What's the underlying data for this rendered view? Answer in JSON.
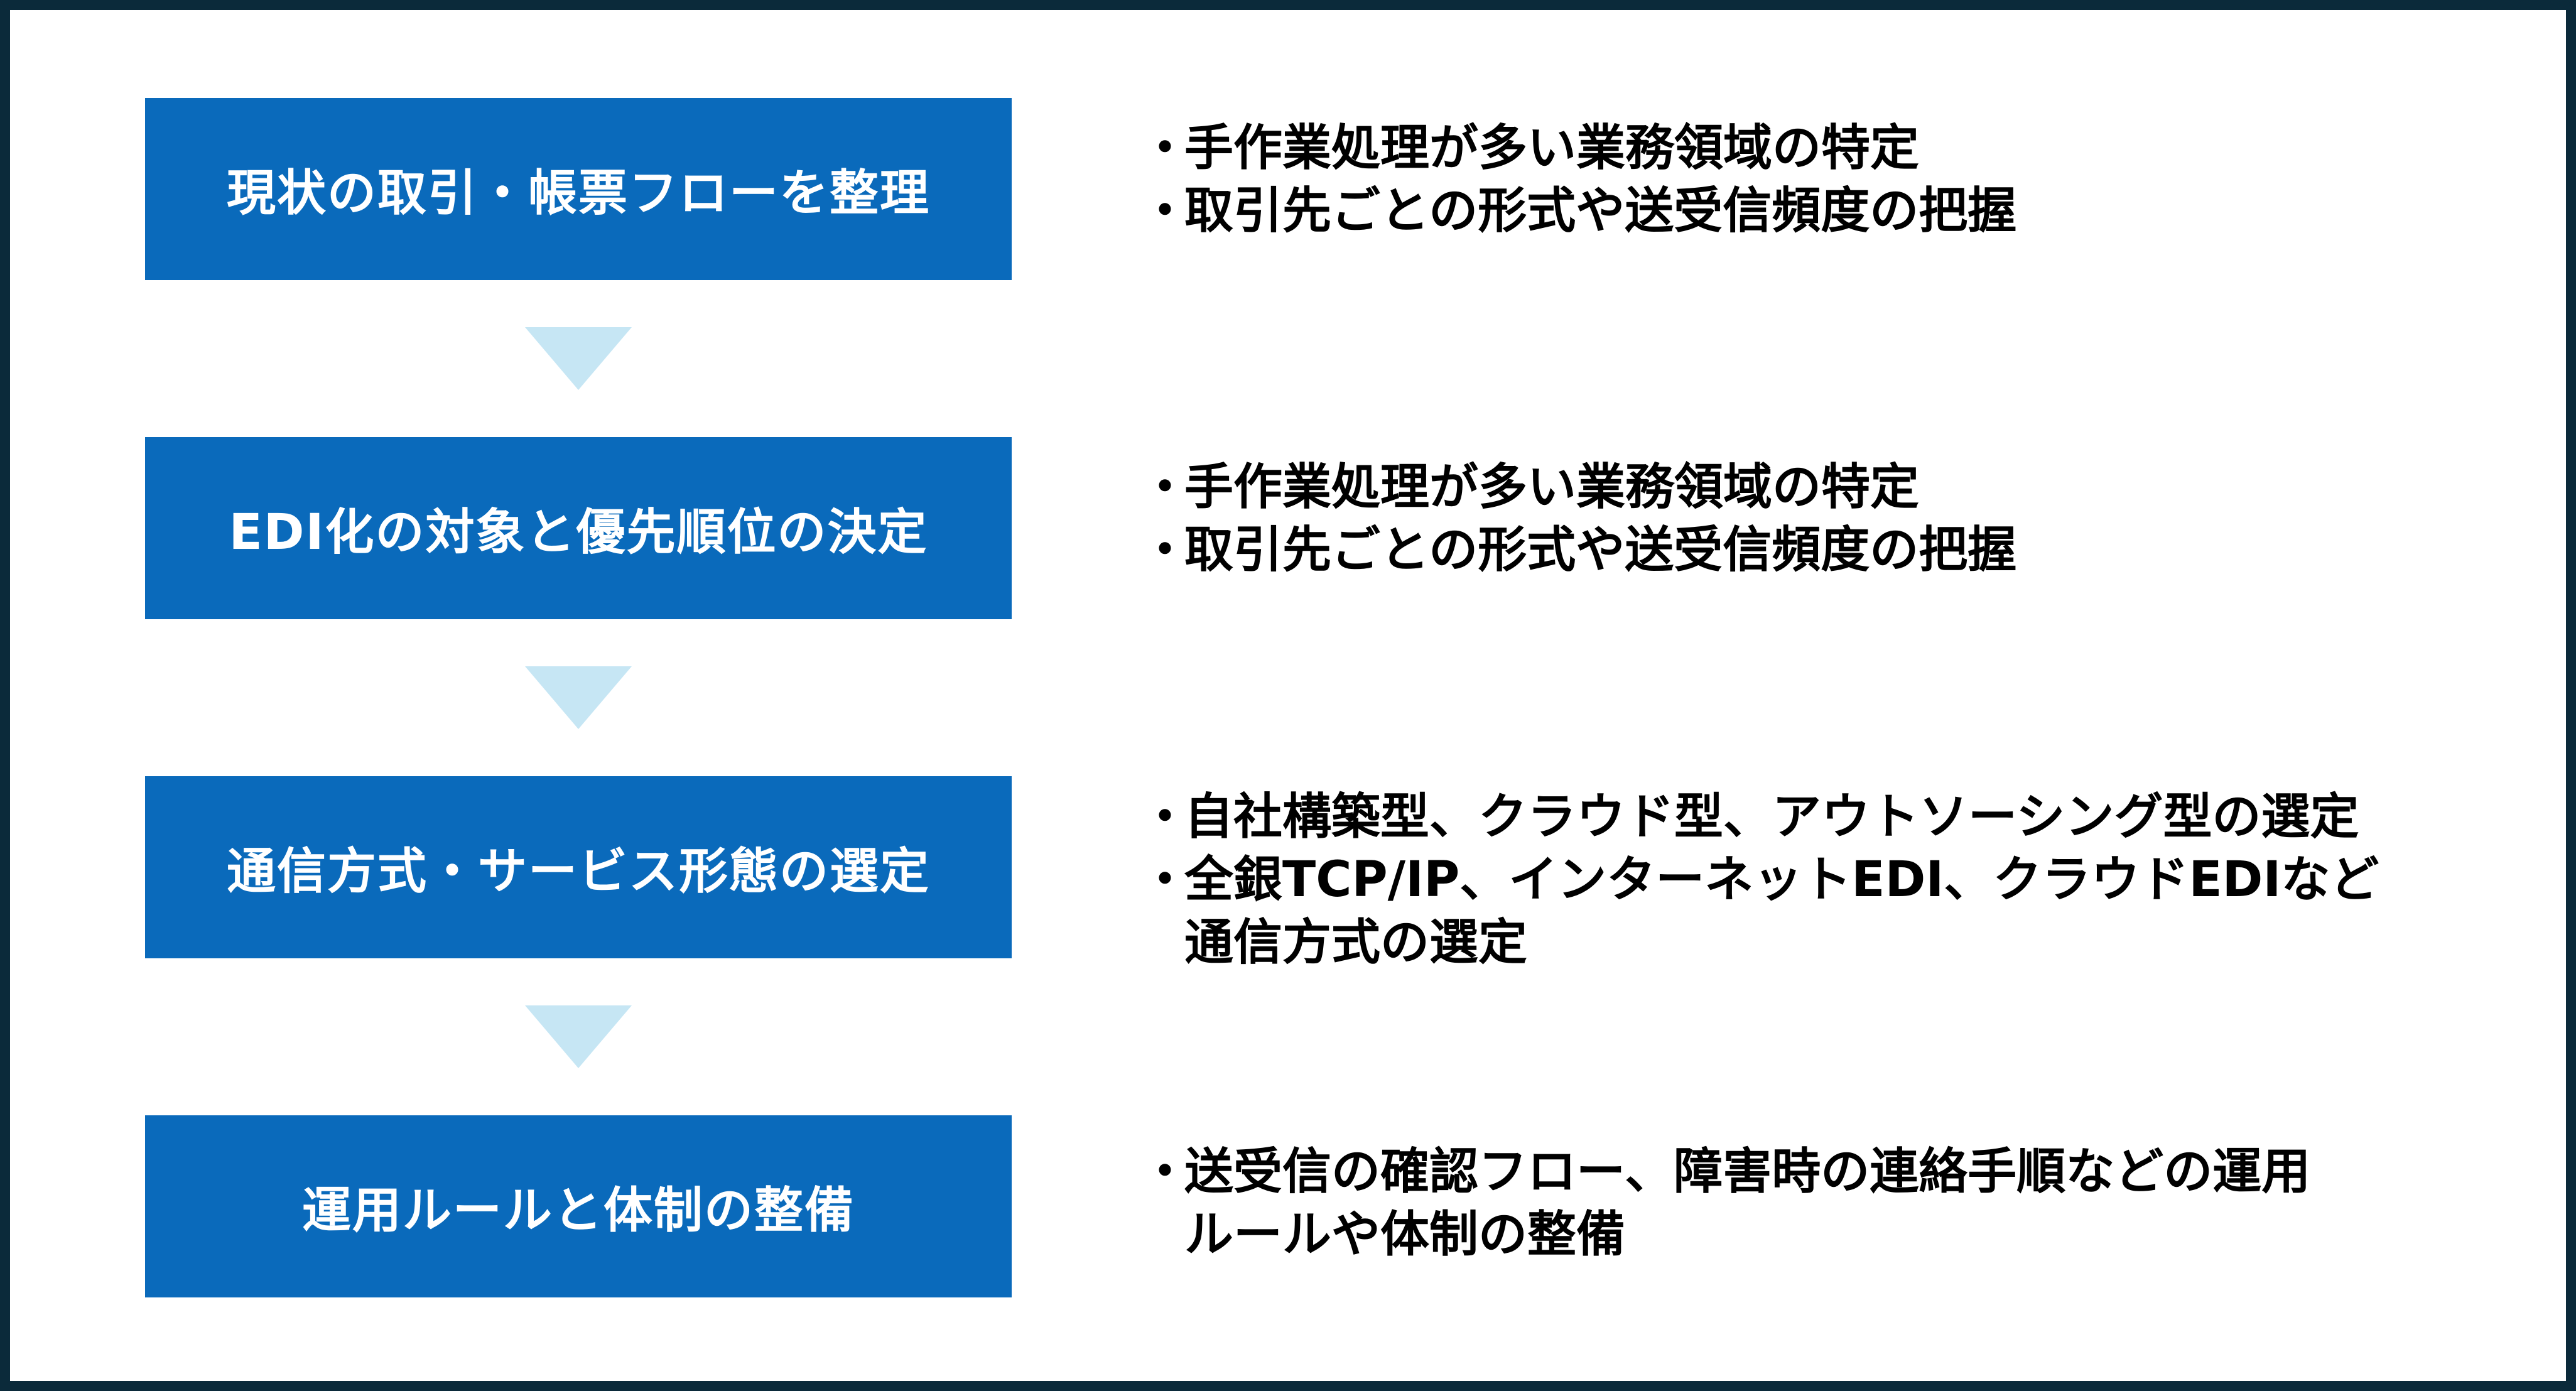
{
  "colors": {
    "frame": "#0b2a3a",
    "box": "#0a6abb",
    "arrow": "#c6e6f4",
    "text": "#000000"
  },
  "bullet_mark": "・",
  "steps": [
    {
      "title": "現状の取引・帳票フローを整理",
      "bullets": [
        "手作業処理が多い業務領域の特定",
        "取引先ごとの形式や送受信頻度の把握"
      ]
    },
    {
      "title": "EDI化の対象と優先順位の決定",
      "bullets": [
        "手作業処理が多い業務領域の特定",
        "取引先ごとの形式や送受信頻度の把握"
      ]
    },
    {
      "title": "通信方式・サービス形態の選定",
      "bullets": [
        "自社構築型、クラウド型、アウトソーシング型の選定",
        "全銀TCP/IP、インターネットEDI、クラウドEDIなど\n通信方式の選定"
      ]
    },
    {
      "title": "運用ルールと体制の整備",
      "bullets": [
        "送受信の確認フロー、障害時の連絡手順などの運用\nルールや体制の整備"
      ]
    }
  ]
}
